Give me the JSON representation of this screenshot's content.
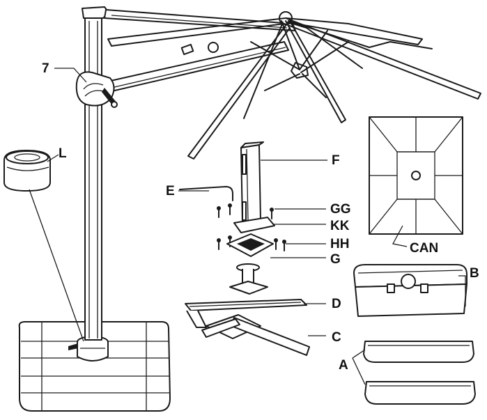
{
  "labels": {
    "seven": "7",
    "L": "L",
    "F": "F",
    "E": "E",
    "GG": "GG",
    "KK": "KK",
    "HH": "HH",
    "G": "G",
    "D": "D",
    "C": "C",
    "B": "B",
    "A": "A",
    "CAN": "CAN"
  }
}
